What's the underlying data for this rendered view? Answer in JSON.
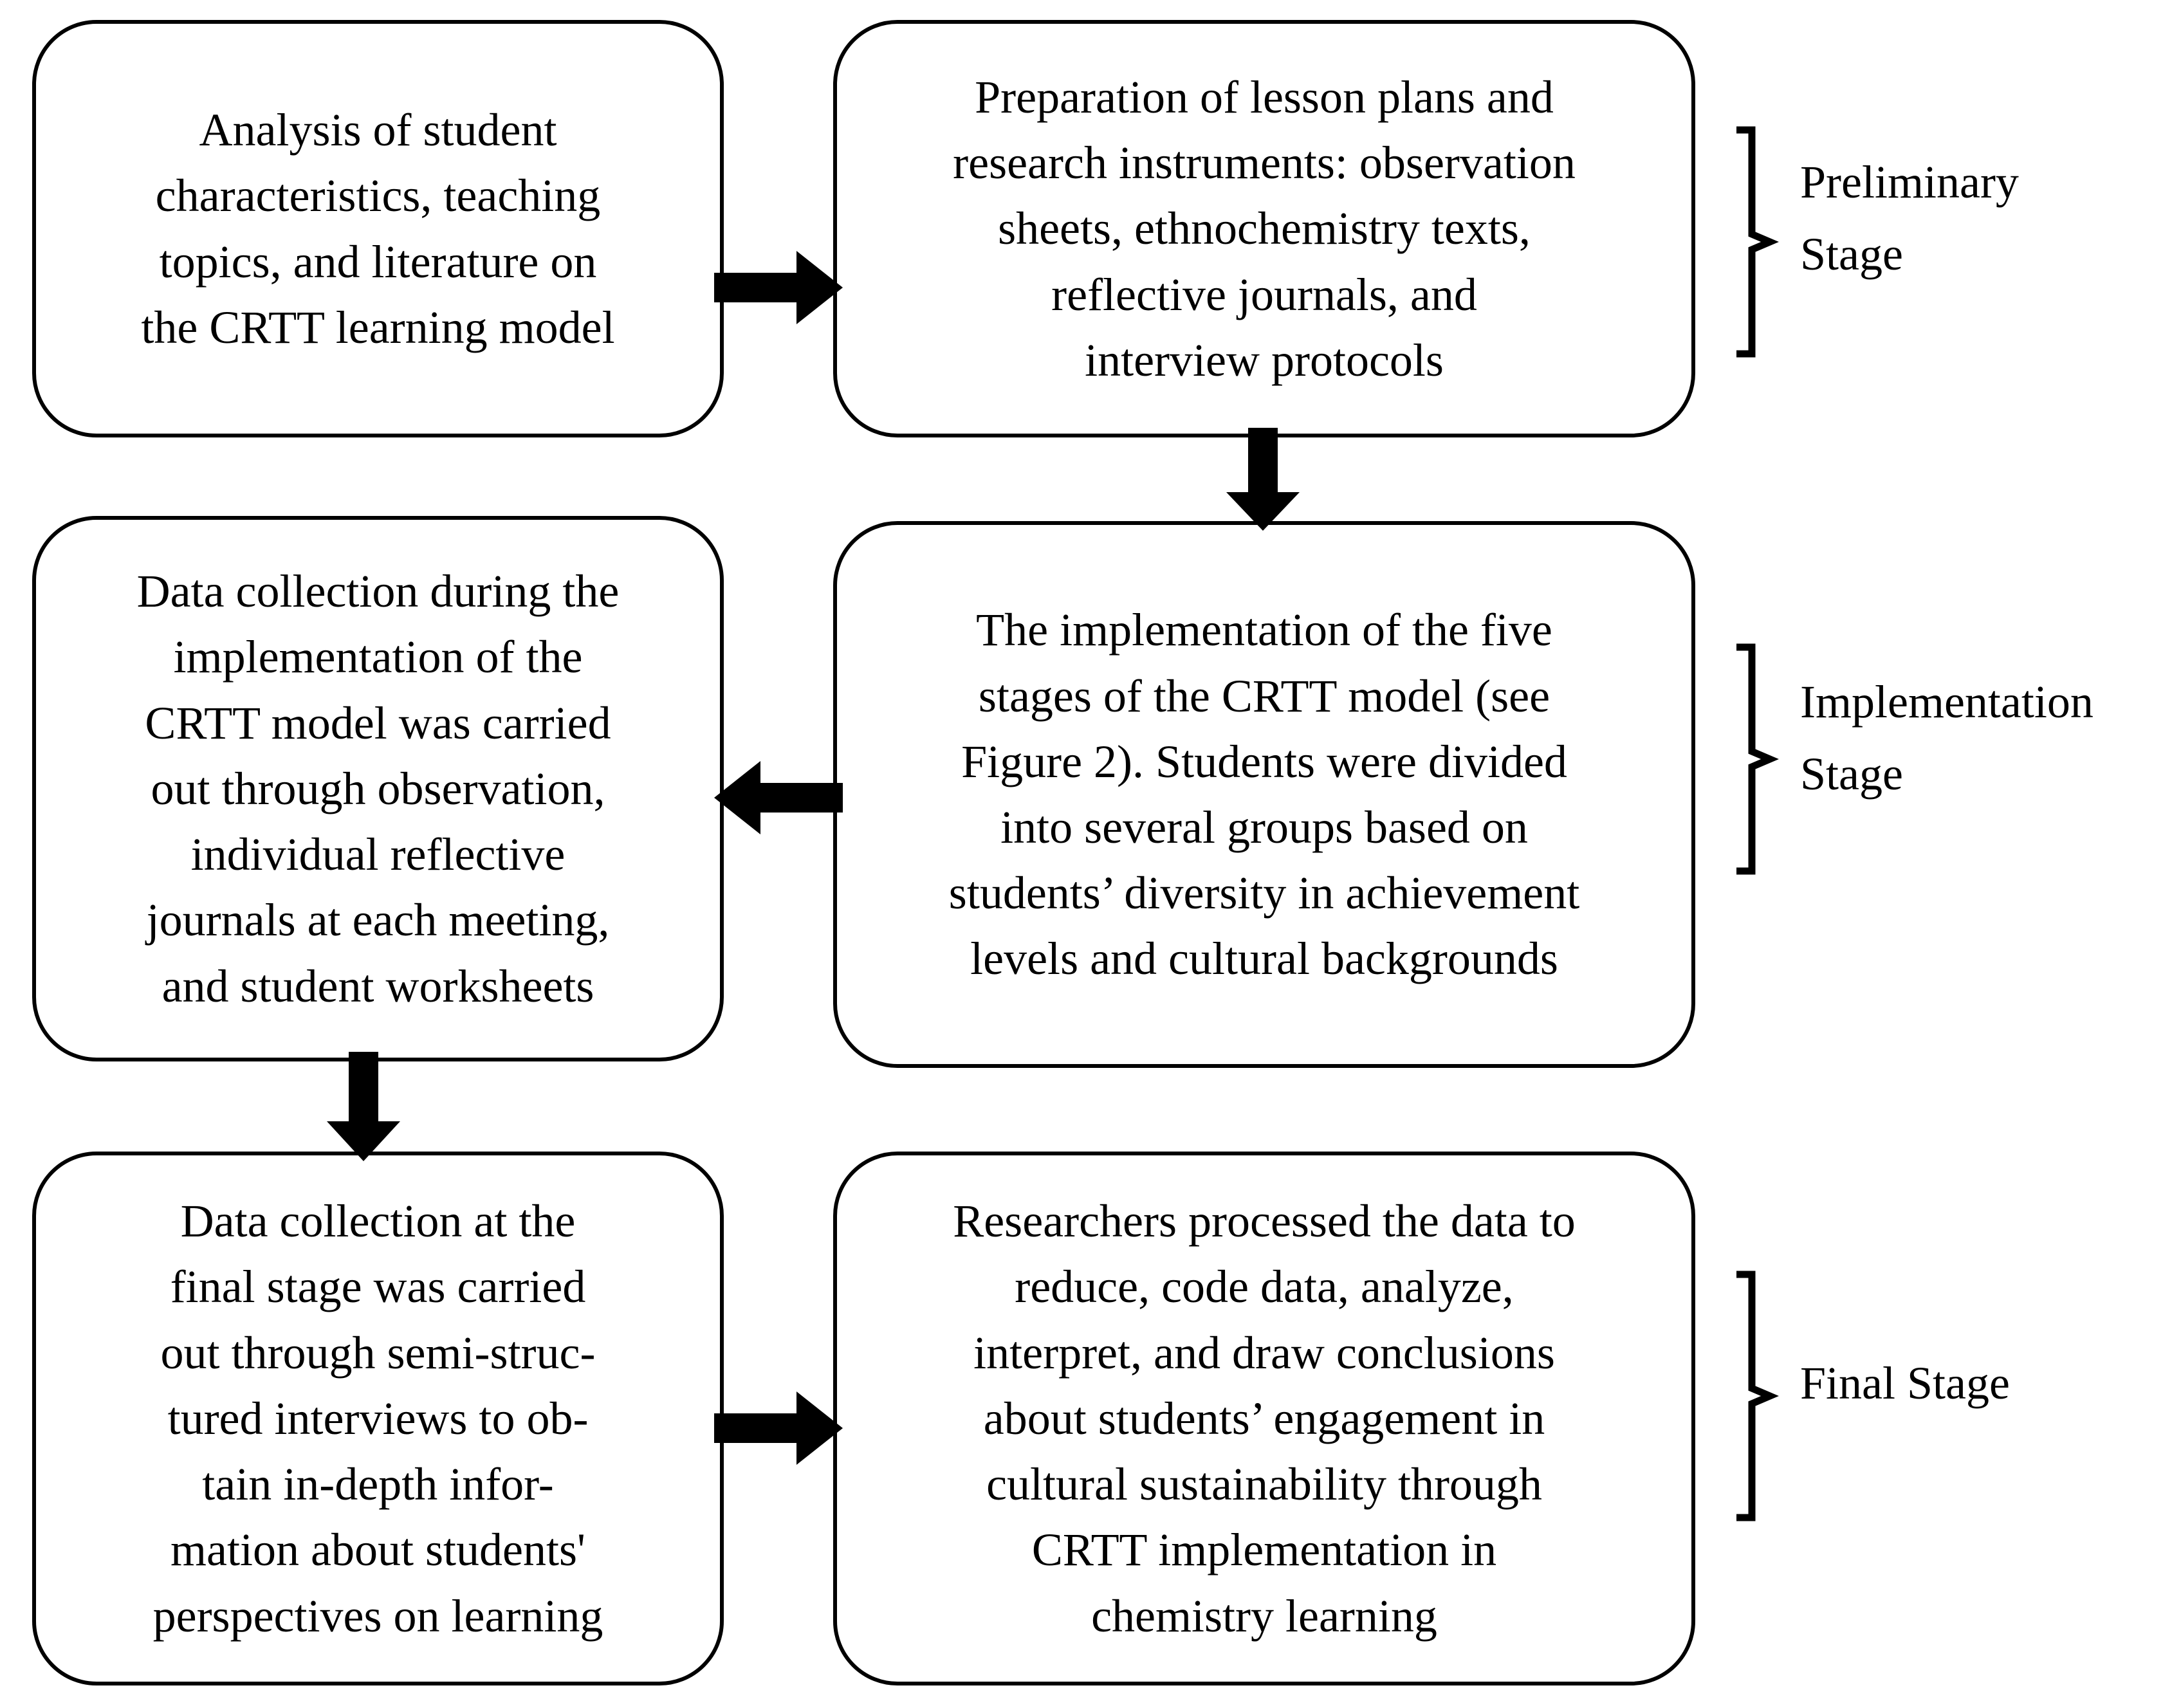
{
  "figure": {
    "type": "flowchart",
    "orientation": "two-column-three-row",
    "background_color": "#ffffff",
    "line_color": "#000000"
  },
  "nodes": [
    {
      "id": "node-1",
      "name": "analysis-box",
      "text": "Analysis of student\ncharacteristics, teaching\ntopics, and literature on\nthe CRTT learning model"
    },
    {
      "id": "node-2",
      "name": "preparation-box",
      "text": "Preparation of lesson plans and\nresearch instruments: observation\nsheets, ethnochemistry texts,\nreflective journals, and\ninterview protocols"
    },
    {
      "id": "node-3",
      "name": "data-collection-implementation-box",
      "text": "Data collection during the\nimplementation of the\nCRTT model was carried\nout through observation,\nindividual reflective\njournals at each meeting,\nand student worksheets"
    },
    {
      "id": "node-4",
      "name": "crtt-five-stages-box",
      "text": "The implementation of the five\nstages of the CRTT model (see\nFigure 2). Students were divided\ninto several groups based on\nstudents’ diversity in achievement\nlevels and cultural backgrounds"
    },
    {
      "id": "node-5",
      "name": "final-interviews-box",
      "text": "Data collection at the\nfinal stage was carried\nout through semi-struc-\ntured interviews to ob-\ntain in-depth infor-\nmation about students'\nperspectives on learning"
    },
    {
      "id": "node-6",
      "name": "data-processing-box",
      "text": "Researchers processed the data to\nreduce, code data, analyze,\ninterpret, and draw conclusions\nabout students’ engagement in\ncultural sustainability through\nCRTT implementation in\nchemistry learning"
    }
  ],
  "arrows": [
    {
      "id": "arrow-1-2",
      "name": "arrow-right-analysis-to-preparation",
      "direction": "right",
      "from": "node-1",
      "to": "node-2"
    },
    {
      "id": "arrow-2-4",
      "name": "arrow-down-preparation-to-implementation",
      "direction": "down",
      "from": "node-2",
      "to": "node-4"
    },
    {
      "id": "arrow-4-3",
      "name": "arrow-left-implementation-to-data-collection",
      "direction": "left",
      "from": "node-4",
      "to": "node-3"
    },
    {
      "id": "arrow-3-5",
      "name": "arrow-down-data-collection-to-final",
      "direction": "down",
      "from": "node-3",
      "to": "node-5"
    },
    {
      "id": "arrow-5-6",
      "name": "arrow-right-final-to-processing",
      "direction": "right",
      "from": "node-5",
      "to": "node-6"
    }
  ],
  "stages": [
    {
      "id": "preliminary",
      "label": "Preliminary\nStage",
      "covers": [
        "node-2"
      ]
    },
    {
      "id": "implementation",
      "label": "Implementation\nStage",
      "covers": [
        "node-4"
      ]
    },
    {
      "id": "final",
      "label": "Final Stage",
      "covers": [
        "node-6"
      ]
    }
  ]
}
